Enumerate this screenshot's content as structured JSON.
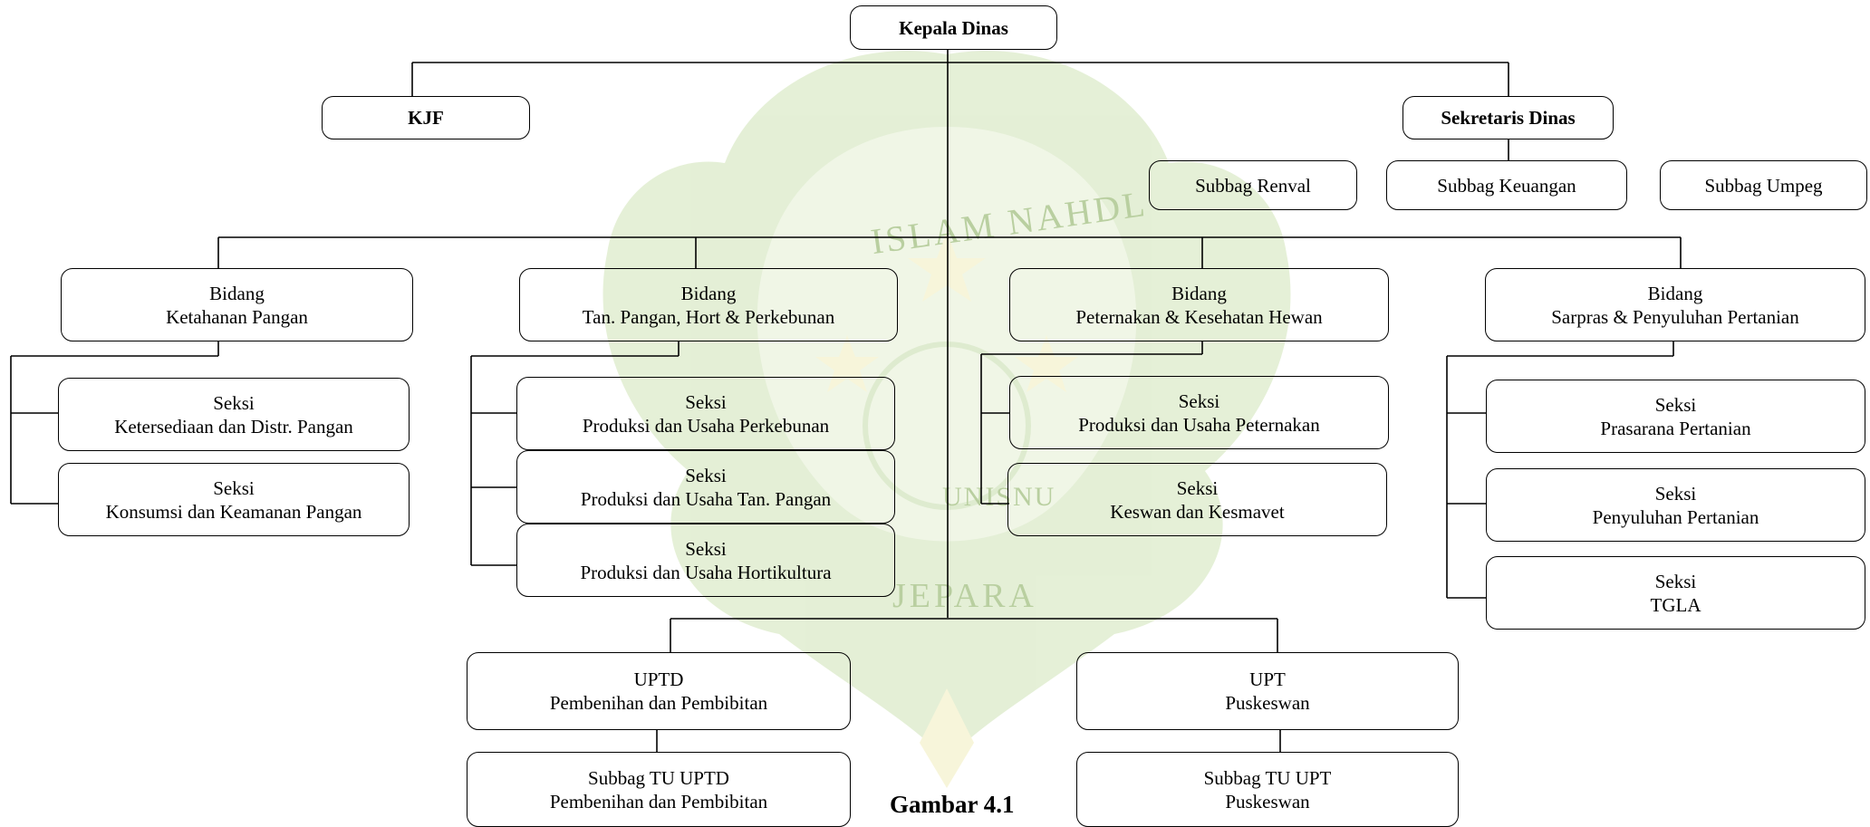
{
  "top": {
    "name": "Kepala Dinas"
  },
  "kjf": {
    "name": "KJF"
  },
  "sekretaris": {
    "name": "Sekretaris Dinas"
  },
  "subbag": {
    "renval": "Subbag Renval",
    "keuangan": "Subbag Keuangan",
    "umpeg": "Subbag Umpeg"
  },
  "bidang": [
    {
      "title": "Bidang",
      "name": "Ketahanan Pangan",
      "seksi": [
        {
          "title": "Seksi",
          "name": "Ketersediaan dan Distr. Pangan"
        },
        {
          "title": "Seksi",
          "name": "Konsumsi dan Keamanan Pangan"
        }
      ]
    },
    {
      "title": "Bidang",
      "name": "Tan. Pangan, Hort & Perkebunan",
      "seksi": [
        {
          "title": "Seksi",
          "name": "Produksi dan Usaha Perkebunan"
        },
        {
          "title": "Seksi",
          "name": "Produksi dan Usaha Tan. Pangan"
        },
        {
          "title": "Seksi",
          "name": "Produksi dan Usaha Hortikultura"
        }
      ]
    },
    {
      "title": "Bidang",
      "name": "Peternakan & Kesehatan Hewan",
      "seksi": [
        {
          "title": "Seksi",
          "name": "Produksi dan Usaha Peternakan"
        },
        {
          "title": "Seksi",
          "name": "Keswan dan Kesmavet"
        }
      ]
    },
    {
      "title": "Bidang",
      "name": "Sarpras & Penyuluhan Pertanian",
      "seksi": [
        {
          "title": "Seksi",
          "name": "Prasarana Pertanian"
        },
        {
          "title": "Seksi",
          "name": "Penyuluhan Pertanian"
        },
        {
          "title": "Seksi",
          "name": "TGLA"
        }
      ]
    }
  ],
  "units": [
    {
      "title": "UPTD",
      "name": "Pembenihan dan Pembibitan",
      "sub_title": "Subbag TU UPTD",
      "sub_name": "Pembenihan dan Pembibitan"
    },
    {
      "title": "UPT",
      "name": "Puskeswan",
      "sub_title": "Subbag TU UPT",
      "sub_name": "Puskeswan"
    }
  ],
  "watermark_text": {
    "top": "ISLAM NAHDL",
    "middle": "UNISNU",
    "bottom": "JEPARA"
  },
  "caption": "Gambar 4.1",
  "colors": {
    "watermark_green": "#cfe3b6",
    "watermark_yellow": "#f2eebc",
    "line": "#000000"
  }
}
